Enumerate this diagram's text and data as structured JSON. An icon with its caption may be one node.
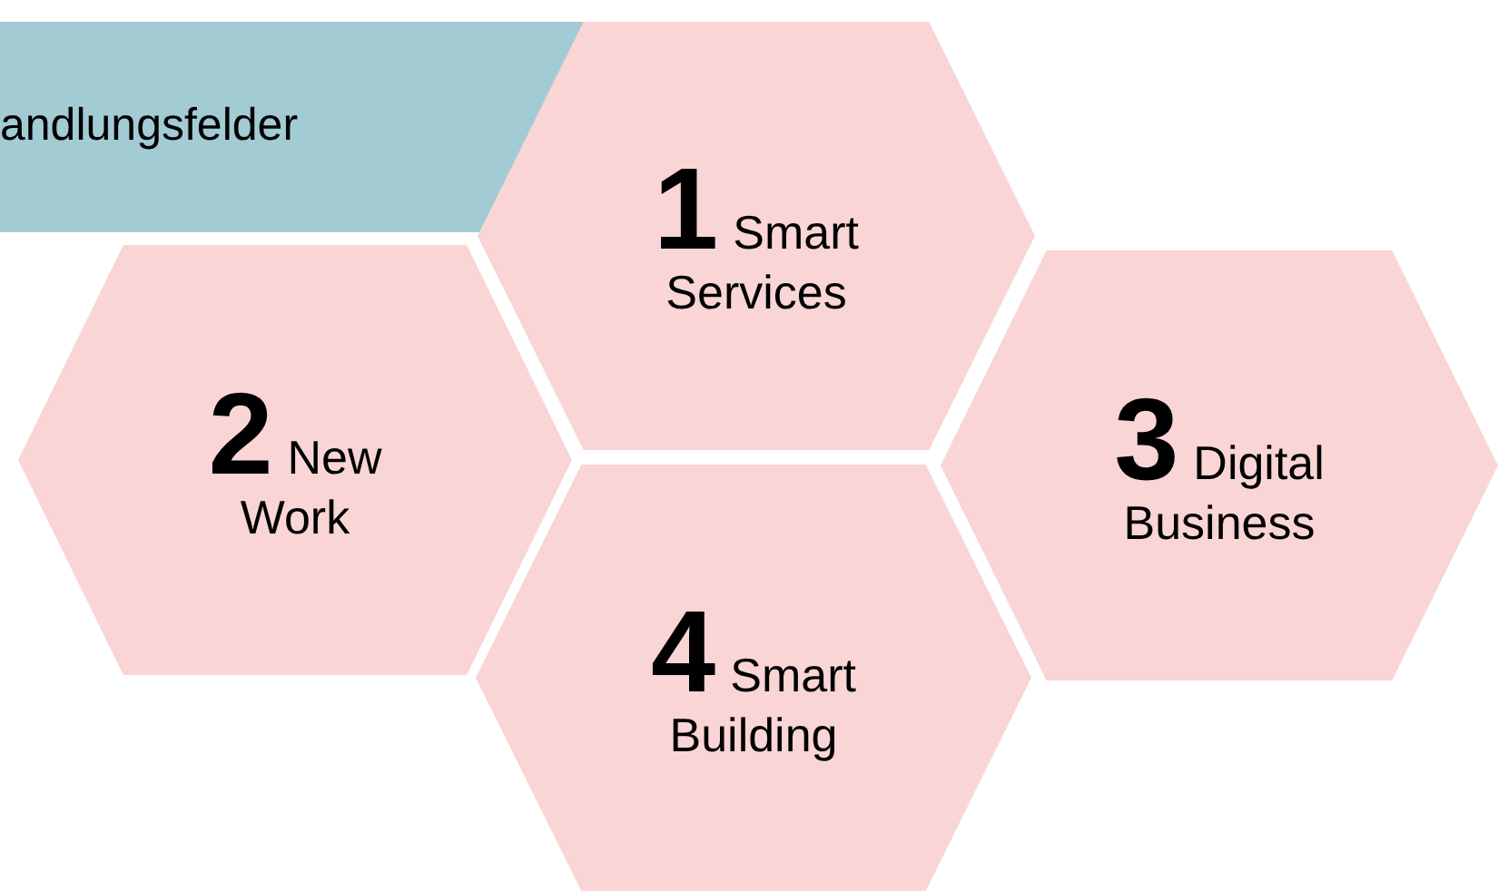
{
  "diagram": {
    "nodes": [
      {
        "text": [
          "andlungsfelder"
        ]
      },
      {
        "text": [
          "1",
          "Smart Services"
        ]
      },
      {
        "text": [
          "2",
          "New Work"
        ]
      },
      {
        "text": [
          "3",
          "Digital Business"
        ]
      },
      {
        "text": [
          "4",
          "Smart Building"
        ]
      }
    ]
  }
}
